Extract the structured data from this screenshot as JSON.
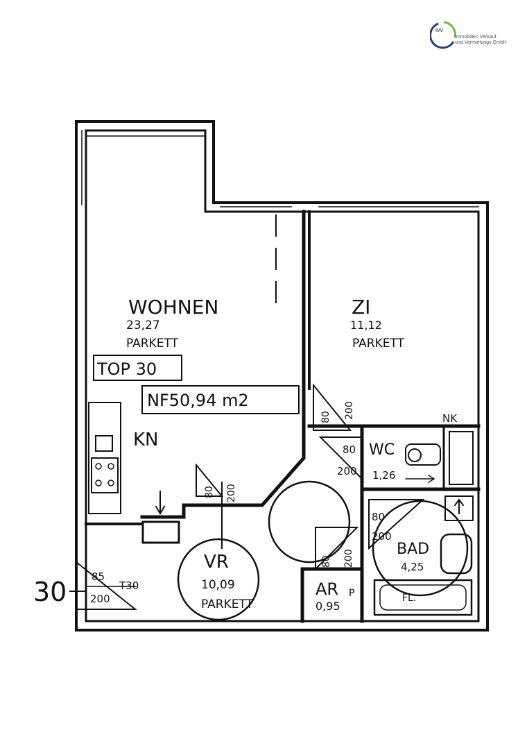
{
  "logo": {
    "name": "ivv",
    "line1": "Immobilien Verkauf",
    "line2": "und Vermietungs GmbH",
    "colors": {
      "ring_green": "#7ab648",
      "ring_blue": "#1f3f7a"
    }
  },
  "rooms": {
    "wohnen": {
      "name": "WOHNEN",
      "area": "23,27",
      "floor": "PARKETT"
    },
    "zi": {
      "name": "ZI",
      "area": "11,12",
      "floor": "PARKETT"
    },
    "kn": {
      "name": "KN"
    },
    "vr": {
      "name": "VR",
      "area": "10,09",
      "floor": "PARKETT"
    },
    "wc": {
      "name": "WC",
      "area": "1,26"
    },
    "bad": {
      "name": "BAD",
      "area": "4,25",
      "fixture": "FL."
    },
    "ar": {
      "name": "AR",
      "suffix": "P",
      "area": "0,95"
    },
    "nk": {
      "name": "NK"
    }
  },
  "unit": {
    "top": "TOP 30",
    "nf": "NF50,94 m2",
    "side_number": "30"
  },
  "doors": {
    "entry": {
      "w": "85",
      "h": "200",
      "type": "T30"
    },
    "kitchen": {
      "w": "80",
      "h": "200"
    },
    "zi": {
      "w": "80",
      "h": "200"
    },
    "wc": {
      "w": "80",
      "h": "200"
    },
    "bad": {
      "w": "80",
      "h": "200"
    },
    "ar": {
      "w": "80",
      "h": "200"
    }
  }
}
